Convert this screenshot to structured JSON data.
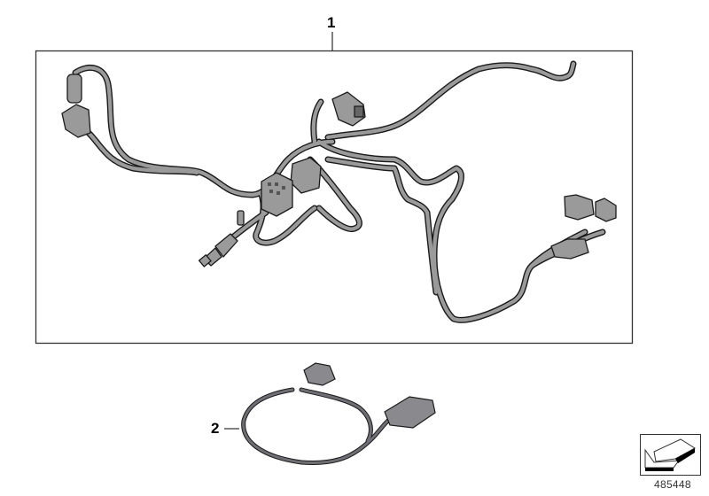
{
  "diagram": {
    "callouts": [
      {
        "number": "1",
        "part": "wiring-harness"
      },
      {
        "number": "2",
        "part": "adapter-cable"
      }
    ],
    "diagram_id": "485448",
    "icon": "orientation-arrow-icon",
    "colors": {
      "part_fill": "#9a9a9a",
      "part_outline": "#1a1a1a",
      "cable_fill": "#6e6e74",
      "frame": "#333333"
    }
  }
}
